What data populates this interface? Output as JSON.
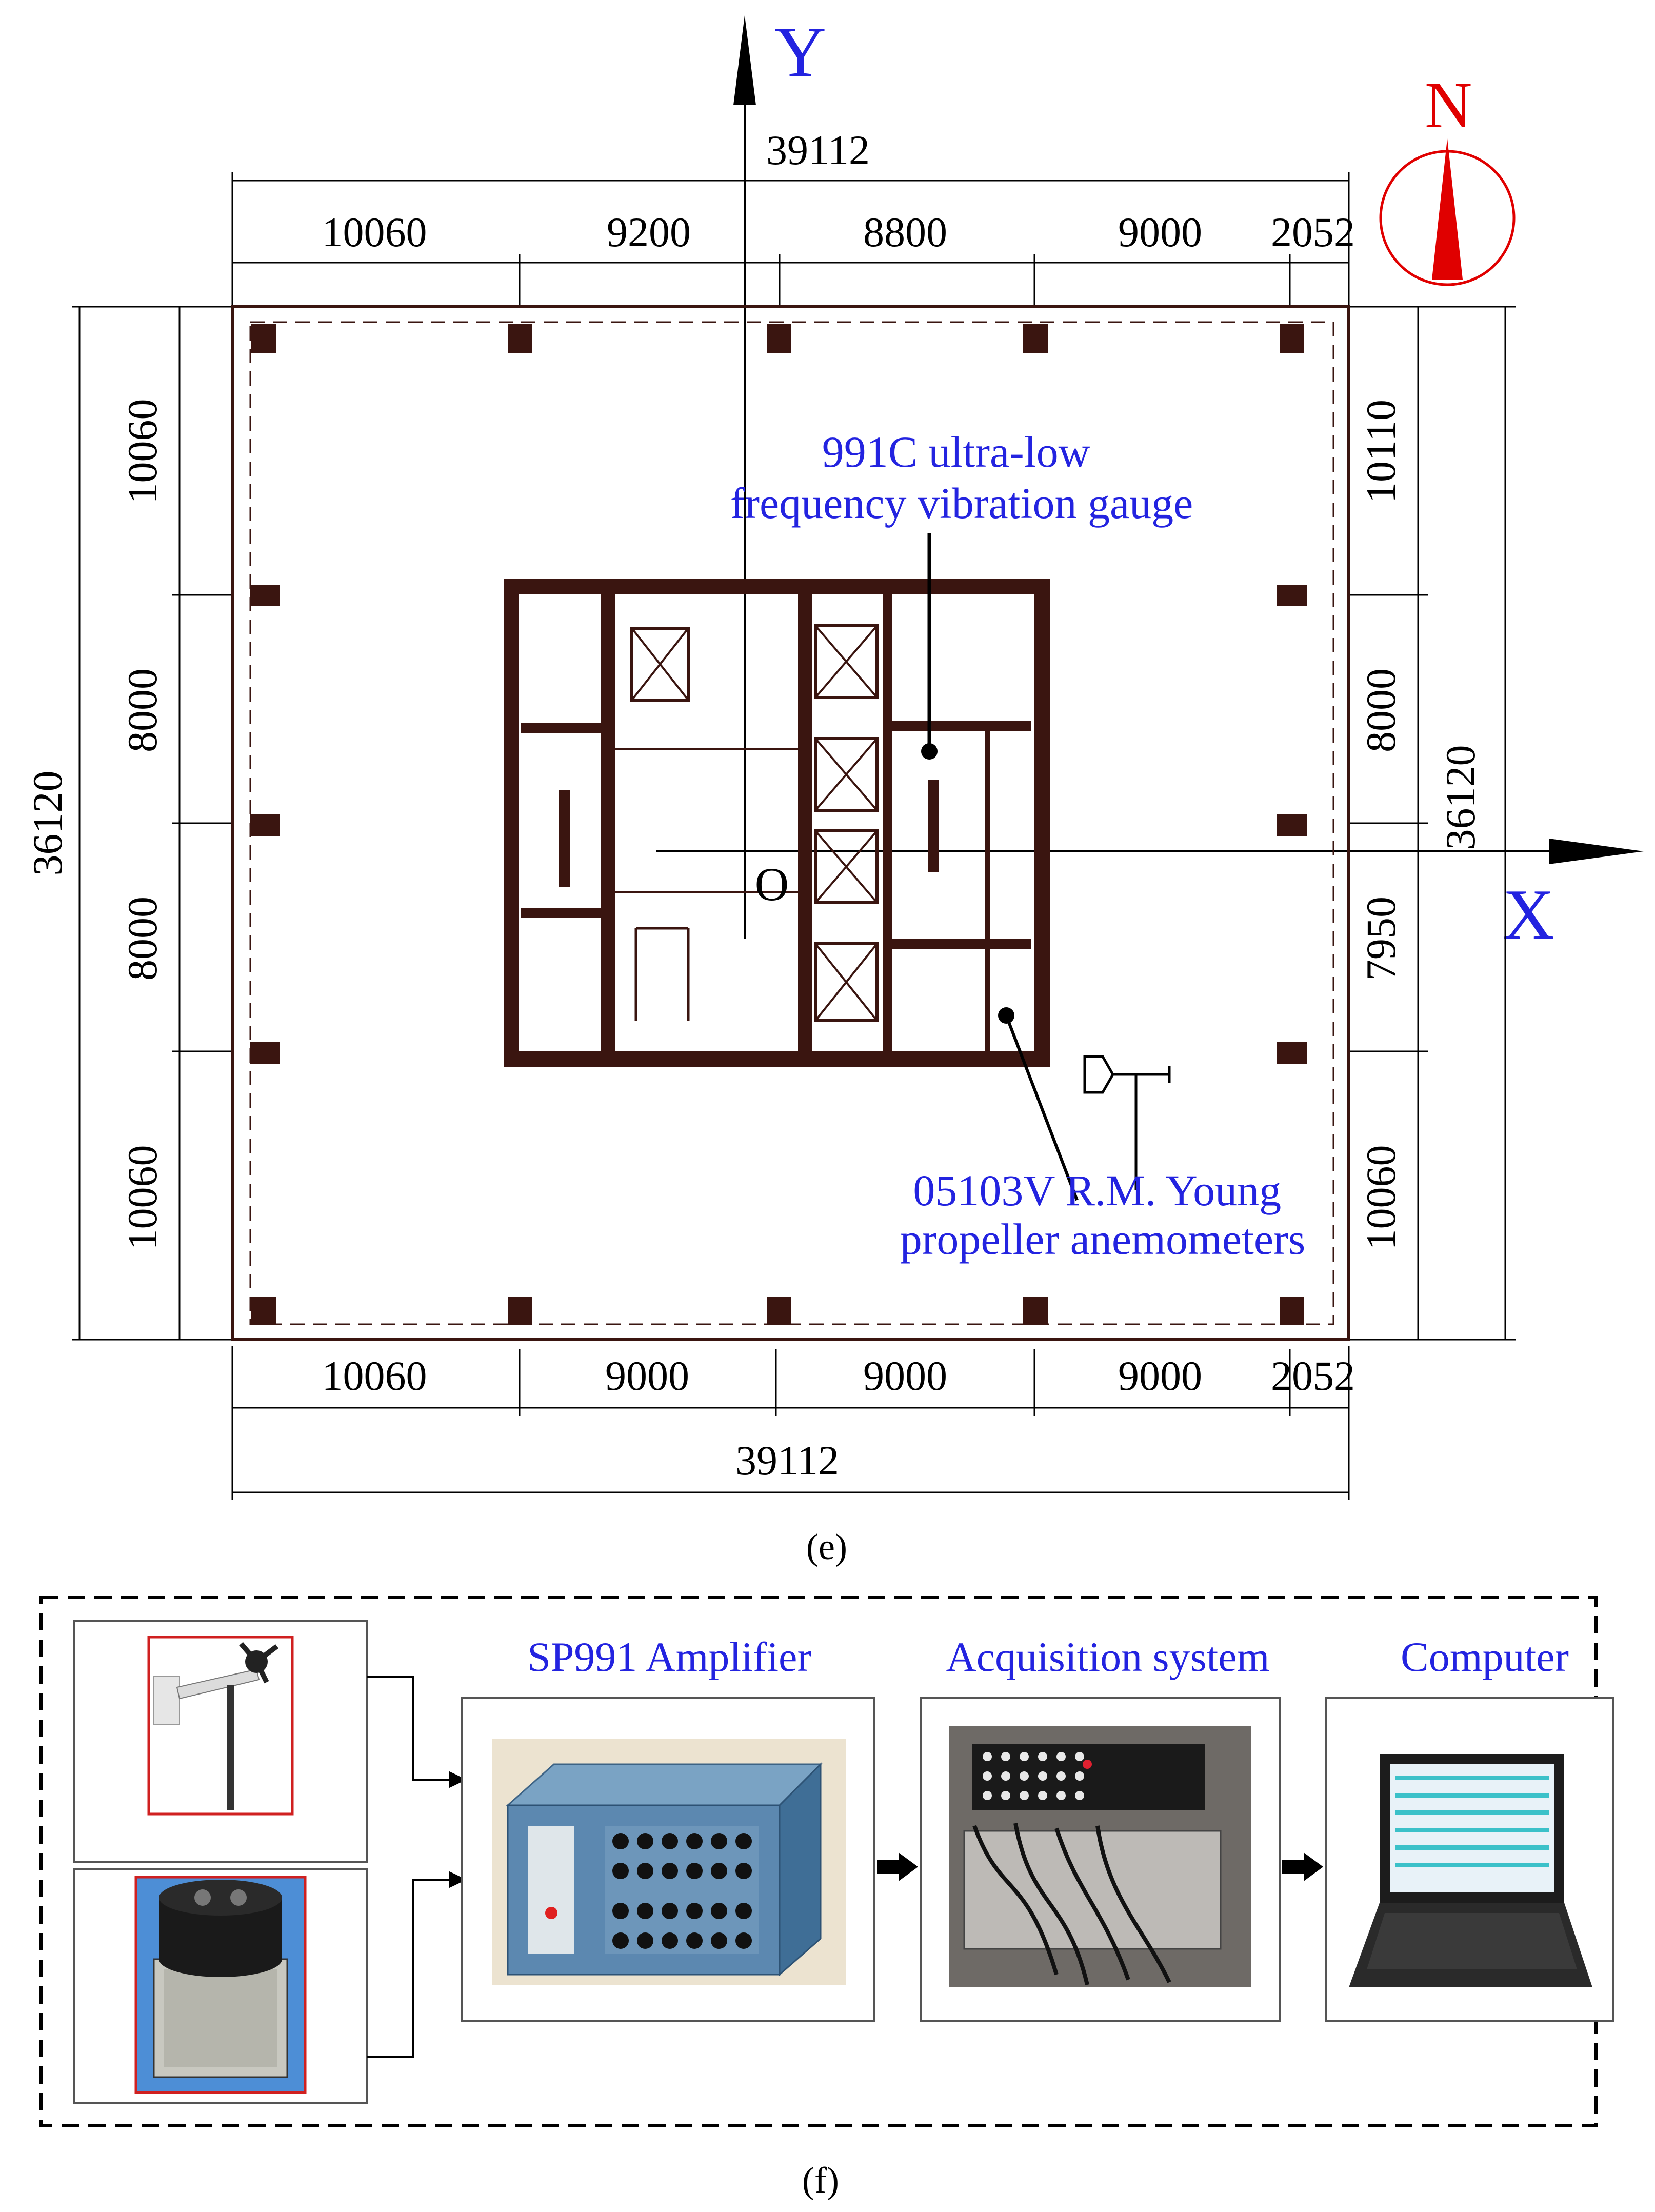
{
  "plan": {
    "axes": {
      "y_label": "Y",
      "x_label": "X",
      "origin_label": "O"
    },
    "compass": {
      "label": "N"
    },
    "top_total": "39112",
    "top_spans": [
      "10060",
      "9200",
      "8800",
      "9000",
      "2052"
    ],
    "bottom_spans": [
      "10060",
      "9000",
      "9000",
      "9000",
      "2052"
    ],
    "bottom_total": "39112",
    "left_total": "36120",
    "left_spans": [
      "10060",
      "8000",
      "8000",
      "10060"
    ],
    "right_spans": [
      "10110",
      "8000",
      "7950",
      "10060"
    ],
    "right_total": "36120",
    "vibration_gauge_label": [
      "991C ultra-low",
      "frequency vibration gauge"
    ],
    "anemometer_label": [
      "05103V R.M. Young",
      "propeller anemometers"
    ],
    "caption": "(e)"
  },
  "flow": {
    "stages": [
      {
        "title": "SP991 Amplifier"
      },
      {
        "title": "Acquisition system"
      },
      {
        "title": "Computer"
      }
    ],
    "caption": "(f)"
  },
  "colors": {
    "annotation_blue": "#2323e0",
    "structure_brown": "#3a1510",
    "compass_red": "#e00000",
    "instrument_blue": "#4f7fa6"
  }
}
